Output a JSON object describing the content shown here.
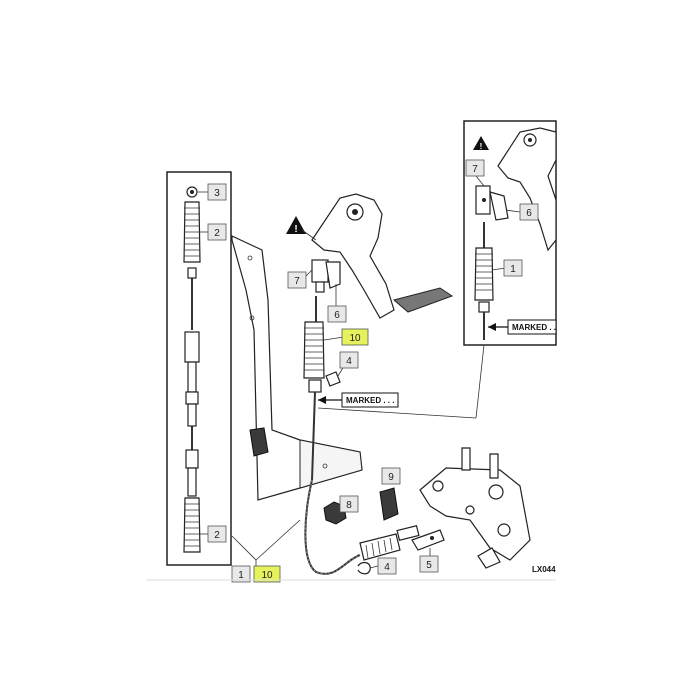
{
  "callouts": {
    "c1_bottom": "1",
    "c10_bottom": "10",
    "c3": "3",
    "c2_top": "2",
    "c2_bottom": "2",
    "c7_main": "7",
    "c6_main": "6",
    "c10_main": "10",
    "c4_main": "4",
    "c9": "9",
    "c8": "8",
    "c5": "5",
    "c4_bottom": "4",
    "c7_inset": "7",
    "c6_inset": "6",
    "c1_inset": "1"
  },
  "notes": {
    "marked_main": "MARKED . . .",
    "marked_inset": "MARKED . ."
  },
  "figure_code": "LX044",
  "colors": {
    "highlight": "#e6f25c",
    "line": "#222222"
  }
}
